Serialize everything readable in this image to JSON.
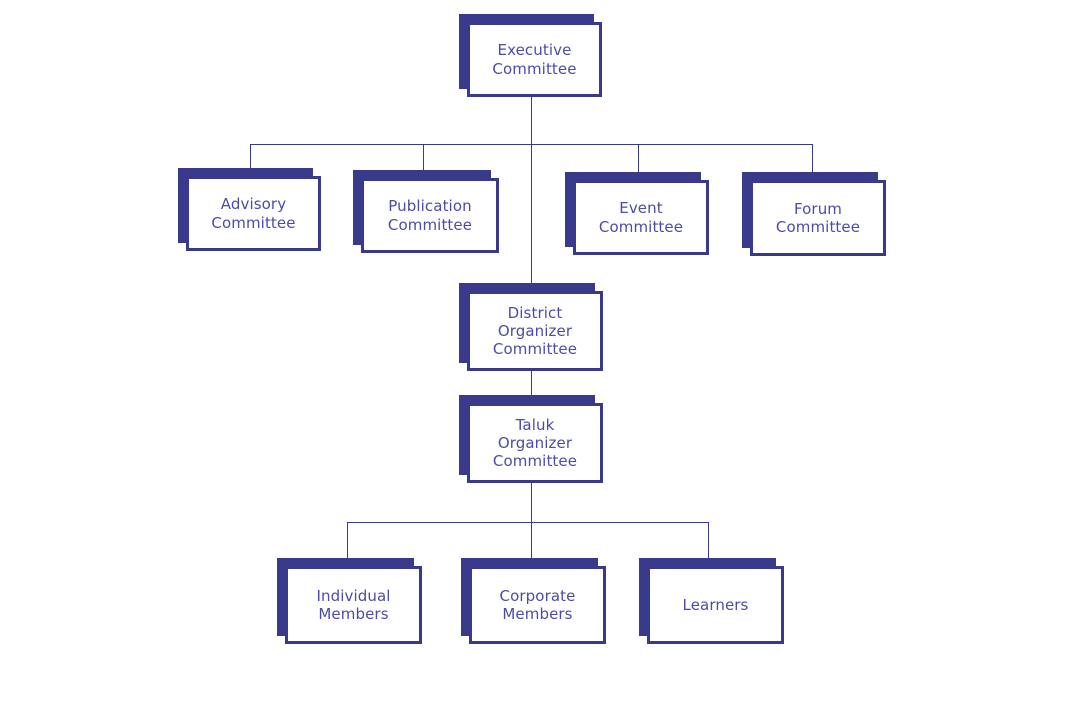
{
  "chart_data": {
    "type": "diagram",
    "title": "",
    "diagram_kind": "organization-chart",
    "orientation": "top-down",
    "colors": {
      "box_border": "#3a3a8c",
      "box_shadow": "#3a3a8c",
      "box_fill": "#ffffff",
      "text": "#4b4bab",
      "connector": "#3a3a8c",
      "background": "#ffffff"
    },
    "levels": [
      {
        "level": 1,
        "nodes": [
          "Executive Committee"
        ]
      },
      {
        "level": 2,
        "nodes": [
          "Advisory Committee",
          "Publication Committee",
          "Event Committee",
          "Forum Committee"
        ]
      },
      {
        "level": 3,
        "nodes": [
          "District Organizer Committee"
        ]
      },
      {
        "level": 4,
        "nodes": [
          "Taluk Organizer Committee"
        ]
      },
      {
        "level": 5,
        "nodes": [
          "Individual Members",
          "Corporate Members",
          "Learners"
        ]
      }
    ],
    "edges": [
      {
        "from": "Executive Committee",
        "to": "Advisory Committee"
      },
      {
        "from": "Executive Committee",
        "to": "Publication Committee"
      },
      {
        "from": "Executive Committee",
        "to": "Event Committee"
      },
      {
        "from": "Executive Committee",
        "to": "Forum Committee"
      },
      {
        "from": "Executive Committee",
        "to": "District Organizer Committee"
      },
      {
        "from": "District Organizer Committee",
        "to": "Taluk Organizer Committee"
      },
      {
        "from": "Taluk Organizer Committee",
        "to": "Individual Members"
      },
      {
        "from": "Taluk Organizer Committee",
        "to": "Corporate Members"
      },
      {
        "from": "Taluk Organizer Committee",
        "to": "Learners"
      }
    ]
  },
  "nodes": {
    "executive": {
      "label": "Executive\nCommittee"
    },
    "advisory": {
      "label": "Advisory\nCommittee"
    },
    "publication": {
      "label": "Publication\nCommittee"
    },
    "event": {
      "label": "Event\nCommittee"
    },
    "forum": {
      "label": "Forum\nCommittee"
    },
    "district": {
      "label": "District\nOrganizer\nCommittee"
    },
    "taluk": {
      "label": "Taluk\nOrganizer\nCommittee"
    },
    "individual_members": {
      "label": "Individual\nMembers"
    },
    "corporate_members": {
      "label": "Corporate\nMembers"
    },
    "learners": {
      "label": "Learners"
    }
  }
}
